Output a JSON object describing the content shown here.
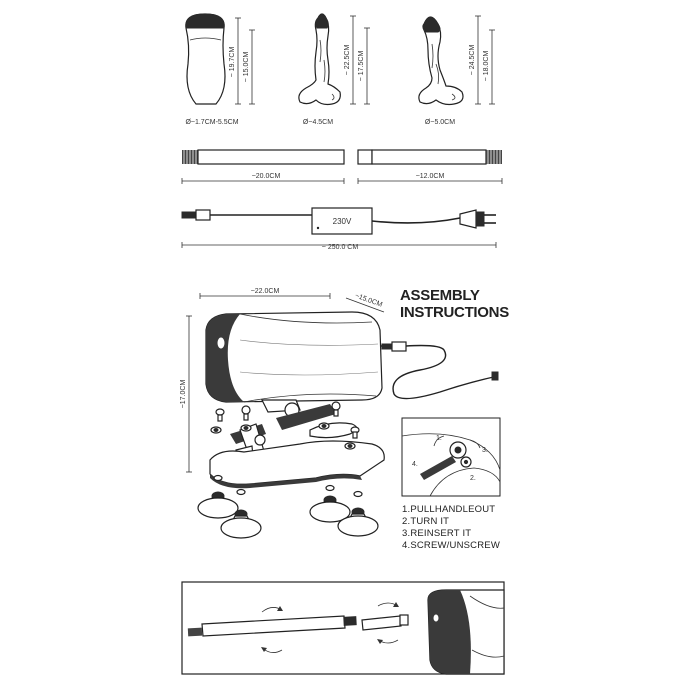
{
  "toys": [
    {
      "length": "~ 19.7CM",
      "insertable": "~ 15.0CM",
      "diameter": "Ø~1.7CM-5.5CM"
    },
    {
      "length": "~ 22.5CM",
      "insertable": "~ 17.5CM",
      "diameter": "Ø~4.5CM"
    },
    {
      "length": "~ 24.5CM",
      "insertable": "~ 18.0CM",
      "diameter": "Ø~5.0CM"
    }
  ],
  "rods": [
    {
      "length": "~20.0CM"
    },
    {
      "length": "~12.0CM"
    }
  ],
  "power": {
    "adapter_label": "230V",
    "cable_length": "~ 250.0 CM"
  },
  "machine": {
    "width": "~22.0CM",
    "depth": "~15.0CM",
    "height": "~17.0CM"
  },
  "assembly": {
    "title_line1": "ASSEMBLY",
    "title_line2": "INSTRUCTIONS",
    "callouts": [
      "1.",
      "2.",
      "3.",
      "4."
    ],
    "steps": [
      "1.PULLHANDLEOUT",
      "2.TURN IT",
      "3.REINSERT IT",
      "4.SCREW/UNSCREW"
    ]
  }
}
